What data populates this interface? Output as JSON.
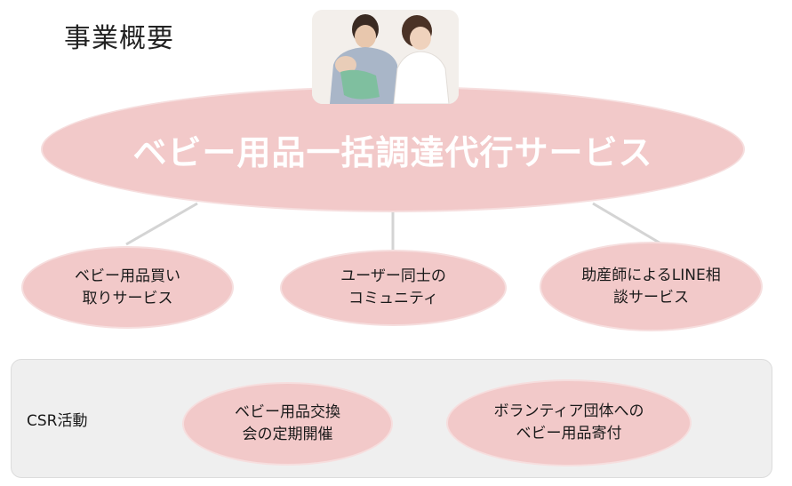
{
  "page": {
    "title": "事業概要"
  },
  "main_service": {
    "label": "ベビー用品一括調達代行サービス"
  },
  "sub_services": [
    {
      "line1": "ベビー用品買い",
      "line2": "取りサービス"
    },
    {
      "line1": "ユーザー同士の",
      "line2": "コミュニティ"
    },
    {
      "line1": "助産師によるLINE相",
      "line2": "談サービス"
    }
  ],
  "csr": {
    "label": "CSR活動",
    "items": [
      {
        "line1": "ベビー用品交換",
        "line2": "会の定期開催"
      },
      {
        "line1": "ボランティア団体への",
        "line2": "ベビー用品寄付"
      }
    ]
  },
  "colors": {
    "ellipse_fill": "#f2c9c9",
    "connector": "#d4d4d4",
    "panel_bg": "#efefef"
  },
  "icons": {
    "photo": "family-with-baby-photo"
  }
}
